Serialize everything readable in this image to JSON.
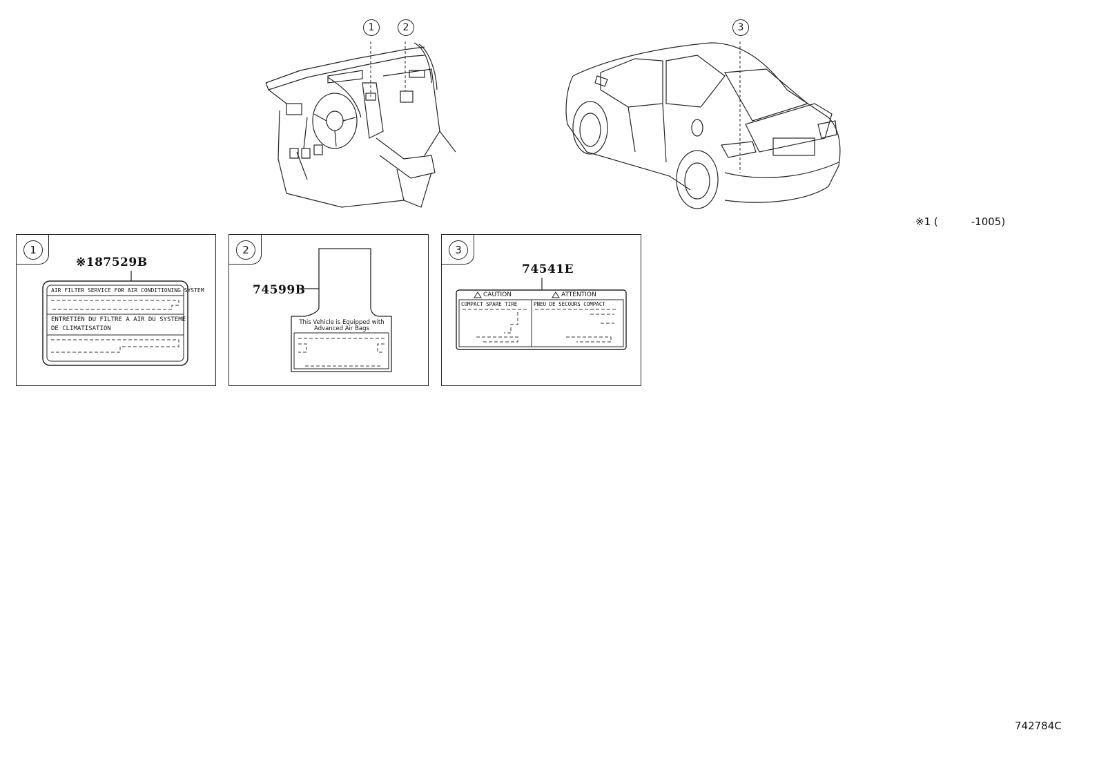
{
  "callouts": [
    "1",
    "2",
    "3"
  ],
  "panels": [
    {
      "num": "1",
      "part_number": "※187529B",
      "label_lines": [
        "AIR FILTER SERVICE FOR AIR CONDITIONING SYSTEM",
        "ENTRETIEN DU FILTRE A AIR DU SYSTEME",
        "DE CLIMATISATION"
      ]
    },
    {
      "num": "2",
      "part_number": "74599B",
      "label_lines": [
        "This Vehicle is Equipped with",
        "Advanced Air Bags"
      ]
    },
    {
      "num": "3",
      "part_number": "74541E",
      "label_headers": [
        "CAUTION",
        "ATTENTION"
      ],
      "label_subheaders": [
        "COMPACT SPARE TIRE",
        "PNEU DE SECOURS COMPACT"
      ]
    }
  ],
  "footnote": {
    "mark": "※1 (",
    "range": "-1005)"
  },
  "drawing_code": "742784C"
}
